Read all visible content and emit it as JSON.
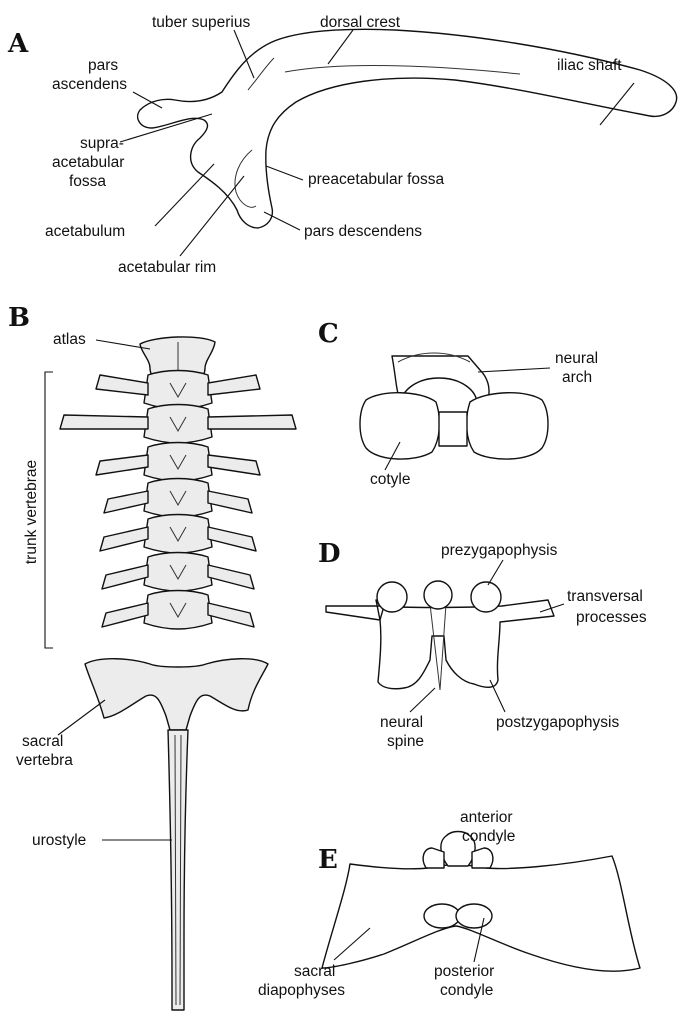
{
  "panels": {
    "A": {
      "letter": "A",
      "labels": {
        "tuber_superius": "tuber superius",
        "dorsal_crest": "dorsal crest",
        "pars_ascendens_1": "pars",
        "pars_ascendens_2": "ascendens",
        "iliac_shaft": "iliac shaft",
        "supra_1": "supra-",
        "supra_2": "acetabular",
        "supra_3": "fossa",
        "preacetabular_fossa": "preacetabular fossa",
        "acetabulum": "acetabulum",
        "pars_descendens": "pars descendens",
        "acetabular_rim": "acetabular rim"
      }
    },
    "B": {
      "letter": "B",
      "labels": {
        "atlas": "atlas",
        "trunk_vertebrae": "trunk vertebrae",
        "sacral_1": "sacral",
        "sacral_2": "vertebra",
        "urostyle": "urostyle"
      }
    },
    "C": {
      "letter": "C",
      "labels": {
        "neural_1": "neural",
        "neural_2": "arch",
        "cotyle": "cotyle"
      }
    },
    "D": {
      "letter": "D",
      "labels": {
        "prezygapophysis": "prezygapophysis",
        "transversal_1": "transversal",
        "transversal_2": "processes",
        "neural_spine_1": "neural",
        "neural_spine_2": "spine",
        "postzygapophysis": "postzygapophysis"
      }
    },
    "E": {
      "letter": "E",
      "labels": {
        "anterior_1": "anterior",
        "anterior_2": "condyle",
        "sacral_diap_1": "sacral",
        "sacral_diap_2": "diapophyses",
        "posterior_1": "posterior",
        "posterior_2": "condyle"
      }
    }
  }
}
